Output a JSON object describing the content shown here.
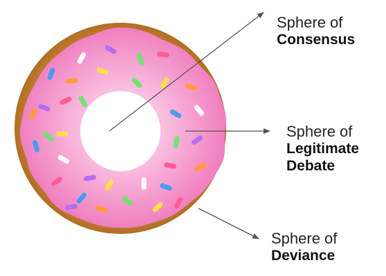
{
  "diagram": {
    "labels": {
      "consensus": {
        "line1": "Sphere of",
        "line2": "Consensus"
      },
      "legitimate_debate": {
        "line1": "Sphere of",
        "line2": "Legitimate",
        "line3": "Debate"
      },
      "deviance": {
        "line1": "Sphere of",
        "line2": "Deviance"
      }
    },
    "colors": {
      "dough": "#c9822f",
      "dough_shadow": "#a8651f",
      "frosting": "#f48cc6",
      "frosting_light": "#fbc3e2",
      "hole": "#ffffff",
      "arrow": "#555555",
      "sprinkle_palette": [
        "#ff5a97",
        "#ffe04a",
        "#6fe36f",
        "#4a9bef",
        "#b36ef0",
        "#ff9a3d",
        "#ffffff"
      ]
    }
  }
}
